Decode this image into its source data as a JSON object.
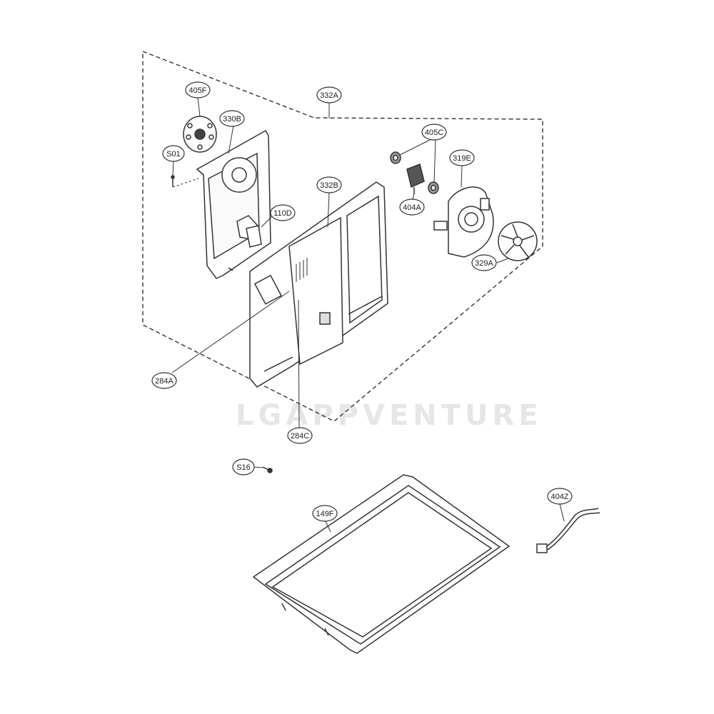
{
  "diagram": {
    "watermark": "LGAPPVENTURE",
    "callouts": [
      {
        "id": "332A",
        "label": "332A"
      },
      {
        "id": "405F",
        "label": "405F"
      },
      {
        "id": "330B",
        "label": "330B"
      },
      {
        "id": "S01",
        "label": "S01"
      },
      {
        "id": "110D",
        "label": "110D"
      },
      {
        "id": "332B",
        "label": "332B"
      },
      {
        "id": "405C",
        "label": "405C"
      },
      {
        "id": "319E",
        "label": "319E"
      },
      {
        "id": "404A",
        "label": "404A"
      },
      {
        "id": "329A",
        "label": "329A"
      },
      {
        "id": "284A",
        "label": "284A"
      },
      {
        "id": "284C",
        "label": "284C"
      },
      {
        "id": "S16",
        "label": "S16"
      },
      {
        "id": "149F",
        "label": "149F"
      },
      {
        "id": "404Z",
        "label": "404Z"
      }
    ]
  }
}
